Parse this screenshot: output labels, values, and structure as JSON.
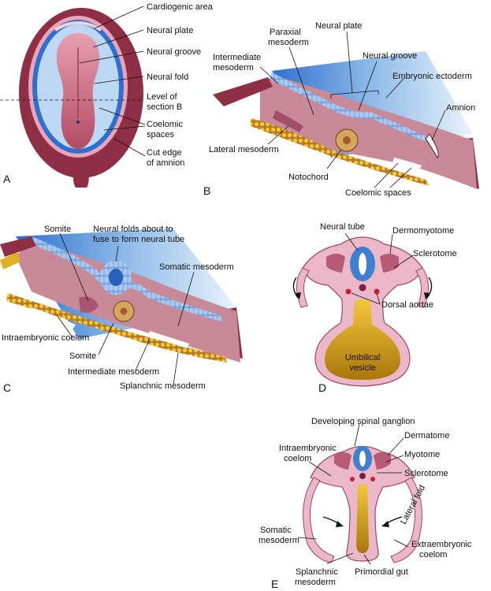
{
  "panels": {
    "a": {
      "letter": "A",
      "labels": {
        "cardiogenic_area": "Cardiogenic area",
        "neural_plate": "Neural plate",
        "neural_groove": "Neural groove",
        "neural_fold": "Neural fold",
        "level_line1": "Level of",
        "level_line2": "section B",
        "coelomic_line1": "Coelomic",
        "coelomic_line2": "spaces",
        "cut_edge_line1": "Cut edge",
        "cut_edge_line2": "of amnion"
      }
    },
    "b": {
      "letter": "B",
      "labels": {
        "paraxial_line1": "Paraxial",
        "paraxial_line2": "mesoderm",
        "neural_plate": "Neural plate",
        "neural_groove": "Neural groove",
        "intermediate_line1": "Intermediate",
        "intermediate_line2": "mesoderm",
        "embryonic_ectoderm": "Embryonic ectoderm",
        "amnion": "Amnion",
        "lateral_mesoderm": "Lateral mesoderm",
        "notochord": "Notochord",
        "coelomic_spaces": "Coelomic spaces"
      }
    },
    "c": {
      "letter": "C",
      "labels": {
        "somite_top": "Somite",
        "neural_folds_line1": "Neural folds about to",
        "neural_folds_line2": "fuse to form neural tube",
        "somatic_mesoderm": "Somatic mesoderm",
        "intraembryonic_coelom": "Intraembryonic coelom",
        "somite_bottom": "Somite",
        "intermediate_mesoderm": "Intermediate mesoderm",
        "splanchnic_mesoderm": "Splanchnic mesoderm"
      }
    },
    "d": {
      "letter": "D",
      "labels": {
        "neural_tube": "Neural tube",
        "dermomyotome": "Dermomyotome",
        "sclerotome": "Sclerotome",
        "dorsal_aortae": "Dorsal aortae",
        "umbilical_line1": "Umbilical",
        "umbilical_line2": "vesicle"
      }
    },
    "e": {
      "letter": "E",
      "labels": {
        "spinal_ganglion": "Developing spinal ganglion",
        "intra_line1": "Intraembryonic",
        "intra_line2": "coelom",
        "dermatome": "Dermatome",
        "myotome": "Myotome",
        "sclerotome": "Sclerotome",
        "lateral_fold": "Lateral fold",
        "somatic_line1": "Somatic",
        "somatic_line2": "mesoderm",
        "extra_line1": "Extraembryonic",
        "extra_line2": "coelom",
        "splanchnic_line1": "Splanchnic",
        "splanchnic_line2": "mesoderm",
        "primordial_gut": "Primordial gut"
      }
    }
  },
  "colors": {
    "amnion_maroon": "#8e2f45",
    "mesoderm_pink": "#c98a98",
    "ectoderm_blue": "#3f7fd0",
    "sky_blue": "#a9cdee",
    "yolk_yellow": "#e2b322",
    "light_pink": "#eab8c8",
    "neural_blue": "#6a9ee2"
  }
}
